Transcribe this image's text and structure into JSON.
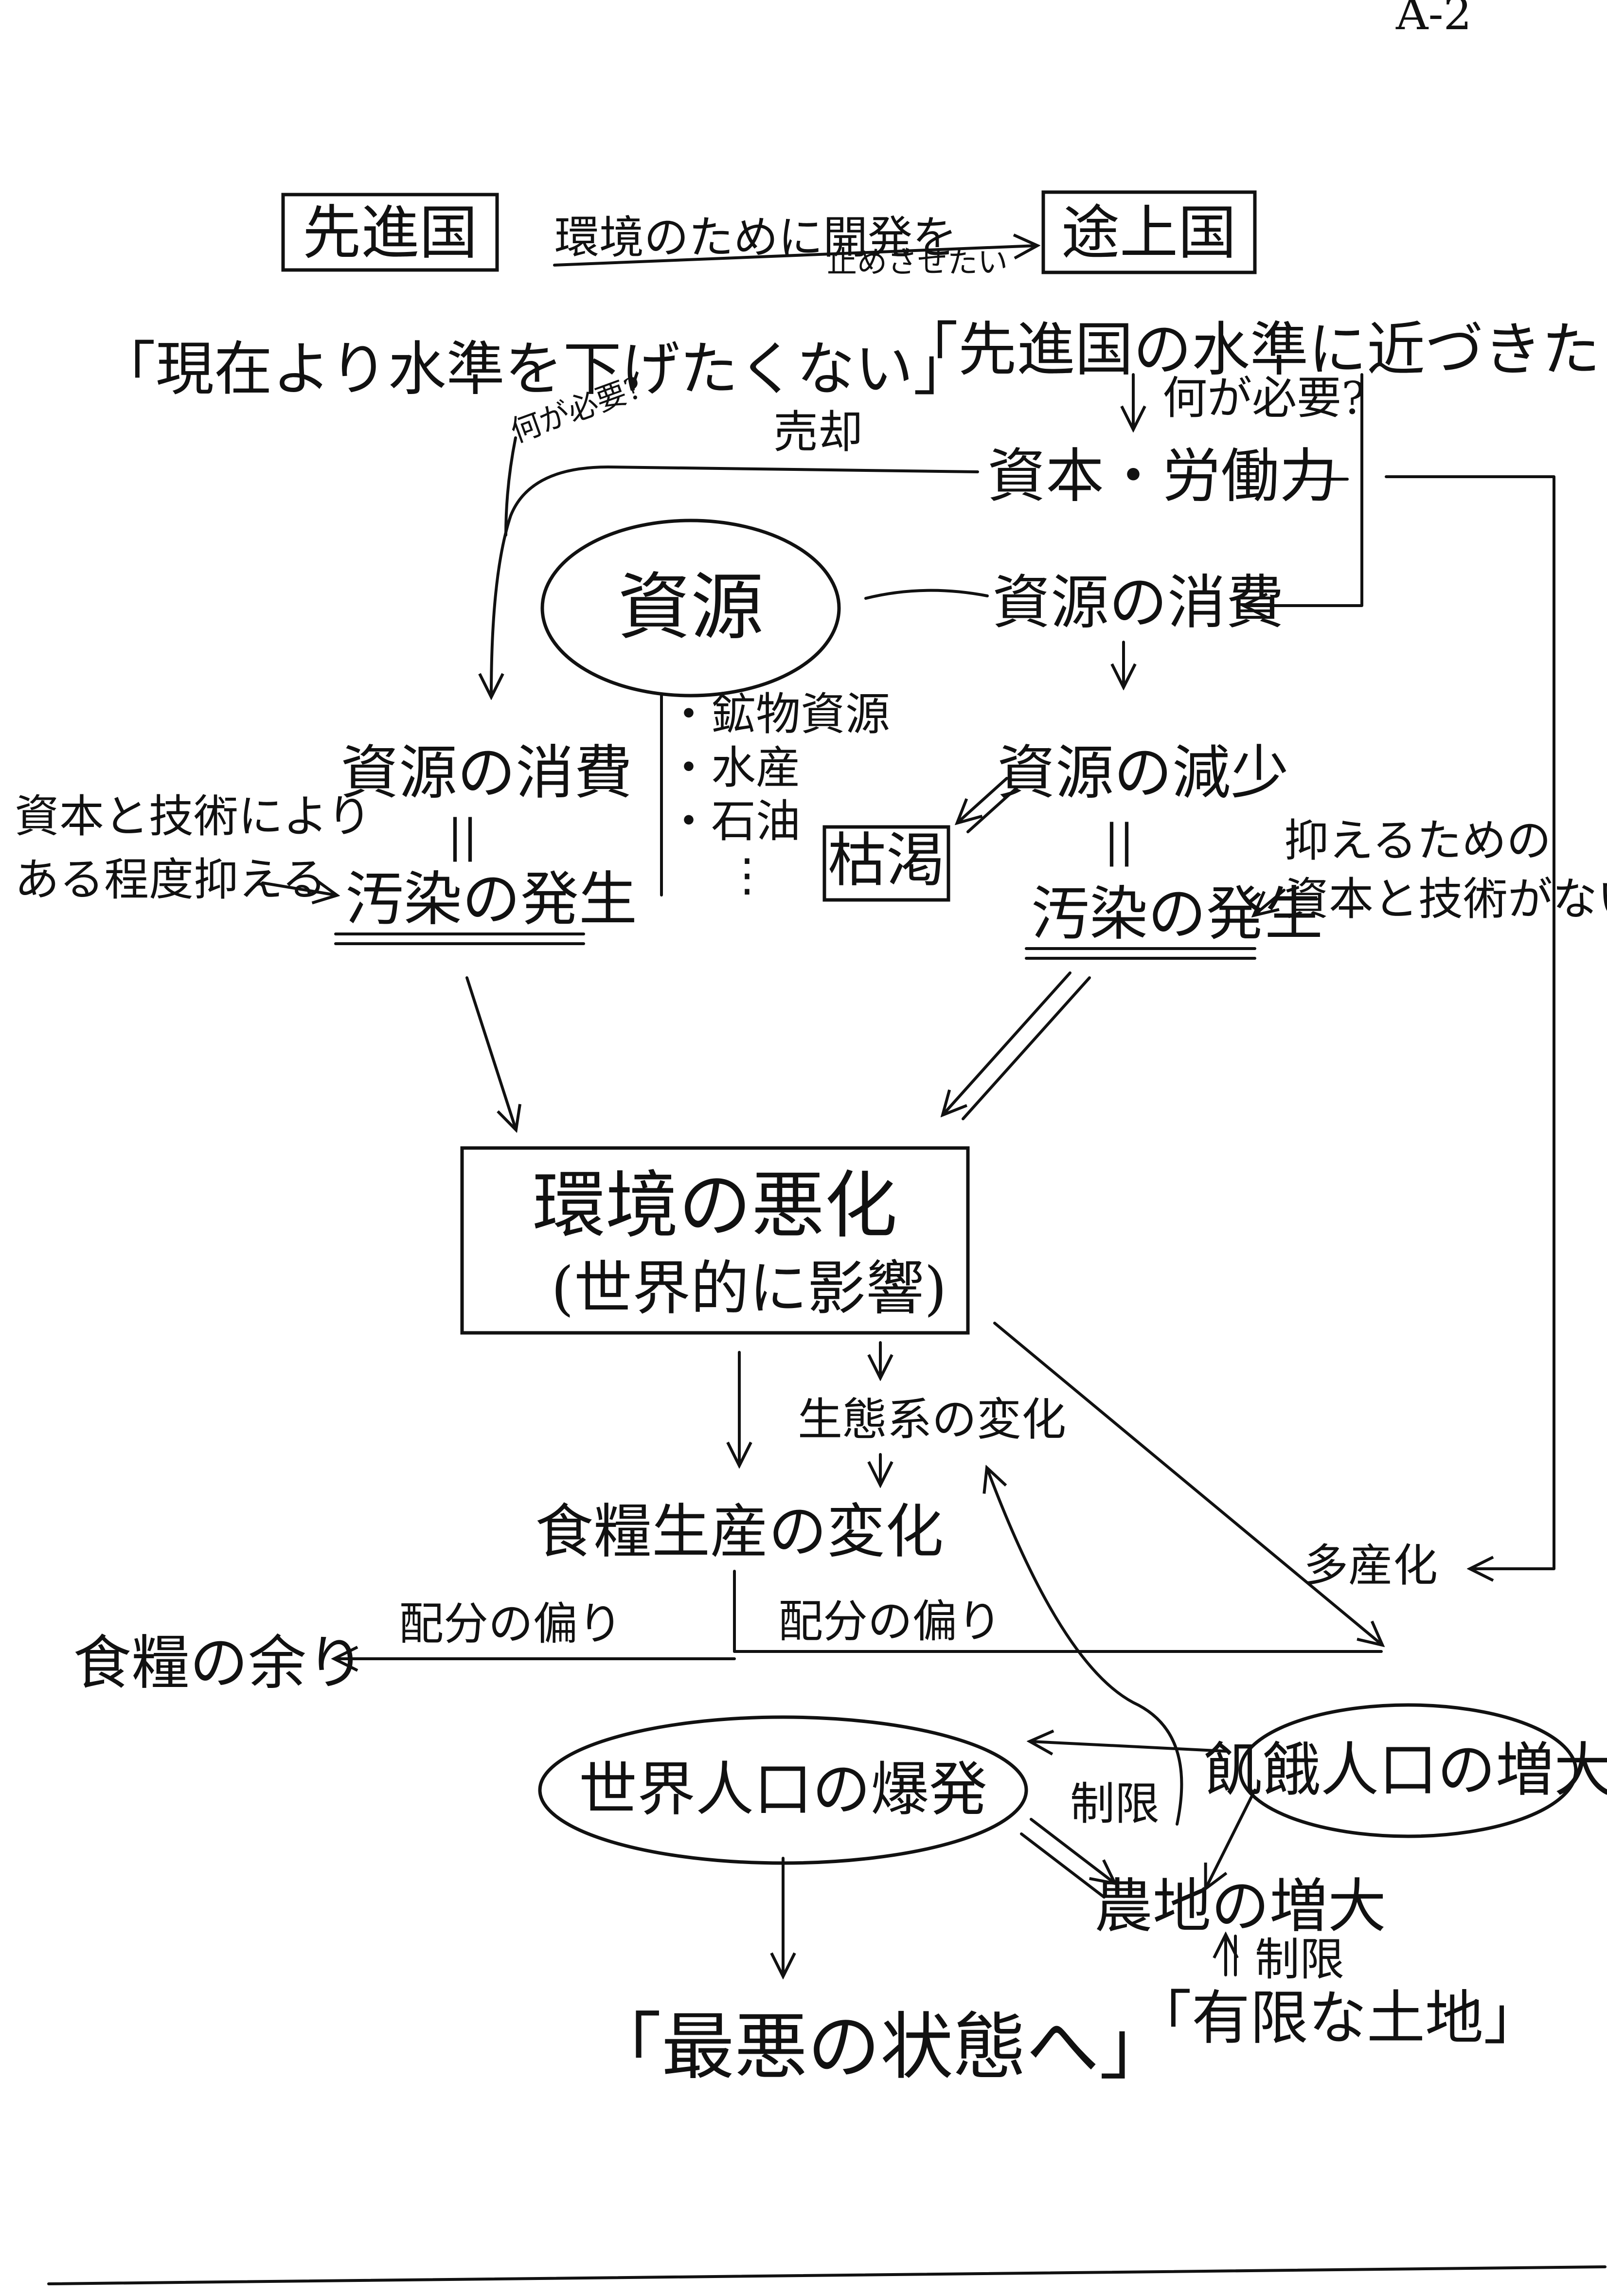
{
  "page_label": "A-2",
  "header": {
    "developed": "先進国",
    "developing": "途上国",
    "request_line1": "環境のために開発を",
    "request_line2": "止めさせたい"
  },
  "quotes": {
    "developed": "「現在より水準を下げたくない」",
    "developing": "「先進国の水準に近づきたい」"
  },
  "labels": {
    "what_needed_left": "何が必要?",
    "what_needed_right": "何が必要?",
    "sale": "売却",
    "capital_labor": "資本・労働力",
    "resources": "資源",
    "resource_consumption_right": "資源の消費",
    "resource_list": [
      "・鉱物資源",
      "・水産",
      "・石油",
      "⋮"
    ],
    "resource_consumption_left": "資源の消費",
    "equals": "||",
    "pollution_left": "汚染の発生",
    "tech_note_line1": "資本と技術により",
    "tech_note_line2": "ある程度抑える",
    "resource_decrease": "資源の減少",
    "depletion": "枯渇",
    "pollution_right": "汚染の発生",
    "no_tech_line1": "抑えるための",
    "no_tech_line2": "資本と技術がない",
    "env_worsening": "環境の悪化",
    "env_worldwide": "(世界的に影響)",
    "ecosystem_change": "生態系の変化",
    "food_production_change": "食糧生産の変化",
    "multi_birth": "多産化",
    "distribution_bias_left": "配分の偏り",
    "distribution_bias_right": "配分の偏り",
    "food_surplus": "食糧の余り",
    "population_explosion": "世界人口の爆発",
    "starving_increase": "飢餓人口の増大",
    "restriction_1": "制限",
    "farmland_increase": "農地の増大",
    "restriction_2": "制限",
    "limited_land": "「有限な土地」",
    "worst_state": "「最悪の状態へ」"
  }
}
